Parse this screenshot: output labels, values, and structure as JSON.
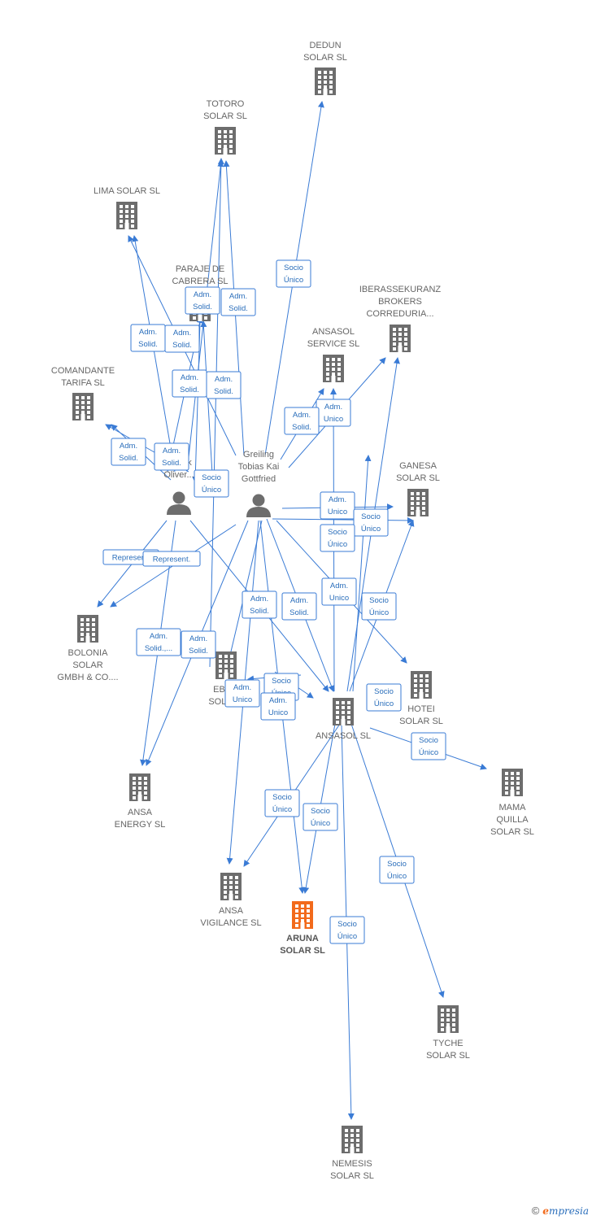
{
  "colors": {
    "edge": "#3a7bd5",
    "building": "#6d6d6d",
    "building_focus": "#f26a1b",
    "person": "#6d6d6d",
    "label": "#666666"
  },
  "icons": {
    "company": "building-icon",
    "person": "person-icon"
  },
  "nodes": [
    {
      "id": "dedun",
      "type": "company",
      "lines": [
        "DEDUN",
        "SOLAR  SL"
      ]
    },
    {
      "id": "totoro",
      "type": "company",
      "lines": [
        "TOTORO",
        "SOLAR SL"
      ]
    },
    {
      "id": "lima",
      "type": "company",
      "lines": [
        "LIMA SOLAR SL"
      ]
    },
    {
      "id": "paraje",
      "type": "company",
      "lines": [
        "PARAJE DE",
        "CABRERA SL"
      ]
    },
    {
      "id": "iberassekuranz",
      "type": "company",
      "lines": [
        "IBERASSEKURANZ",
        "BROKERS",
        "CORREDURIA..."
      ]
    },
    {
      "id": "ansasol_service",
      "type": "company",
      "lines": [
        "ANSASOL",
        "SERVICE  SL"
      ]
    },
    {
      "id": "comandante",
      "type": "company",
      "lines": [
        "COMANDANTE",
        "TARIFA  SL"
      ]
    },
    {
      "id": "ganesa",
      "type": "company",
      "lines": [
        "GANESA",
        "SOLAR  SL"
      ]
    },
    {
      "id": "bolonia",
      "type": "company",
      "lines": [
        "BOLONIA",
        "SOLAR",
        "GMBH & CO...."
      ]
    },
    {
      "id": "ebi",
      "type": "company",
      "lines": [
        "EBI",
        "SOLA"
      ]
    },
    {
      "id": "hotei",
      "type": "company",
      "lines": [
        "HOTEI",
        "SOLAR  SL"
      ]
    },
    {
      "id": "ansasol",
      "type": "company",
      "lines": [
        "ANSASOL SL"
      ]
    },
    {
      "id": "mama",
      "type": "company",
      "lines": [
        "MAMA",
        "QUILLA",
        "SOLAR  SL"
      ]
    },
    {
      "id": "ansa_energy",
      "type": "company",
      "lines": [
        "ANSA",
        "ENERGY SL"
      ]
    },
    {
      "id": "ansa_vigilance",
      "type": "company",
      "lines": [
        "ANSA",
        "VIGILANCE  SL"
      ]
    },
    {
      "id": "aruna",
      "type": "company",
      "focus": true,
      "lines": [
        "ARUNA",
        "SOLAR  SL"
      ]
    },
    {
      "id": "tyche",
      "type": "company",
      "lines": [
        "TYCHE",
        "SOLAR  SL"
      ]
    },
    {
      "id": "nemesis",
      "type": "company",
      "lines": [
        "NEMESIS",
        "SOLAR  SL"
      ]
    },
    {
      "id": "oliver",
      "type": "person",
      "lines": [
        "k",
        "Oliver..."
      ]
    },
    {
      "id": "greiling",
      "type": "person",
      "lines": [
        "Greiling",
        "Tobias Kai",
        "Gottfried"
      ]
    }
  ],
  "relations": [
    {
      "lines": [
        "Socio",
        "Único"
      ]
    },
    {
      "lines": [
        "Adm.",
        "Solid."
      ]
    },
    {
      "lines": [
        "Adm.",
        "Solid."
      ]
    },
    {
      "lines": [
        "Adm.",
        "Solid."
      ]
    },
    {
      "lines": [
        "Adm.",
        "Solid."
      ]
    },
    {
      "lines": [
        "Adm.",
        "Solid."
      ]
    },
    {
      "lines": [
        "Adm.",
        "Solid."
      ]
    },
    {
      "lines": [
        "Adm.",
        "Solid."
      ]
    },
    {
      "lines": [
        "Adm.",
        "Unico"
      ]
    },
    {
      "lines": [
        "Adm.",
        "Solid."
      ]
    },
    {
      "lines": [
        "Adm.",
        "Solid."
      ]
    },
    {
      "lines": [
        "Socio",
        "Único"
      ]
    },
    {
      "lines": [
        "Adm.",
        "Unico"
      ]
    },
    {
      "lines": [
        "Socio",
        "Único"
      ]
    },
    {
      "lines": [
        "Socio",
        "Único"
      ]
    },
    {
      "lines": [
        "Represent."
      ]
    },
    {
      "lines": [
        "Represent."
      ]
    },
    {
      "lines": [
        "Adm.",
        "Unico"
      ]
    },
    {
      "lines": [
        "Socio",
        "Único"
      ]
    },
    {
      "lines": [
        "Adm.",
        "Solid."
      ]
    },
    {
      "lines": [
        "Adm.",
        "Solid."
      ]
    },
    {
      "lines": [
        "Adm.",
        "Solid.,..."
      ]
    },
    {
      "lines": [
        "Adm.",
        "Solid."
      ]
    },
    {
      "lines": [
        "Socio",
        "Único"
      ]
    },
    {
      "lines": [
        "Adm.",
        "Unico"
      ]
    },
    {
      "lines": [
        "Adm.",
        "Unico"
      ]
    },
    {
      "lines": [
        "Socio",
        "Único"
      ]
    },
    {
      "lines": [
        "Socio",
        "Único"
      ]
    },
    {
      "lines": [
        "Socio",
        "Único"
      ]
    },
    {
      "lines": [
        "Socio",
        "Único"
      ]
    },
    {
      "lines": [
        "Socio",
        "Único"
      ]
    },
    {
      "lines": [
        "Socio",
        "Único"
      ]
    }
  ],
  "footer": {
    "copyright": "©",
    "brand_initial": "e",
    "brand_rest": "mpresia"
  }
}
